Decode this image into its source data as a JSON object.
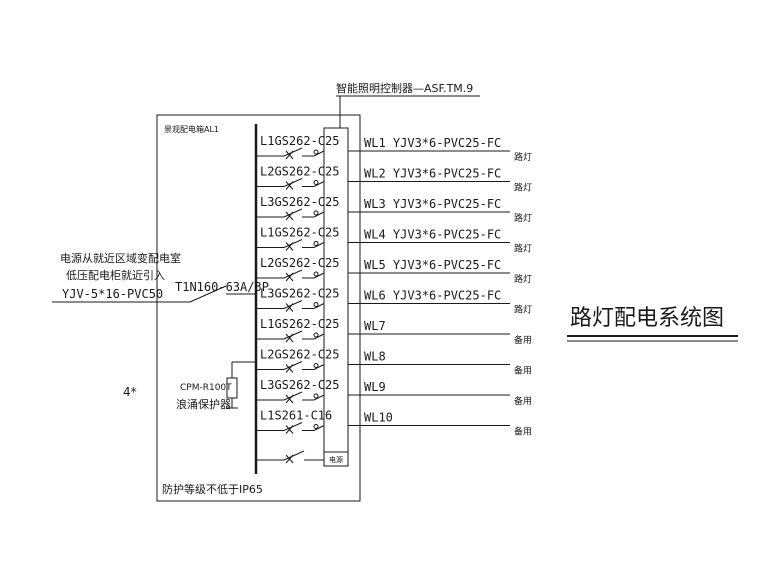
{
  "controller_label": "智能照明控制器—ASF.TM.9",
  "panel_label": "景观配电箱AL1",
  "incoming": {
    "line1": "电源从就近区域变配电室",
    "line2": "低压配电柜就近引入",
    "cable": "YJV-5*16-PVC50",
    "main_breaker": "T1N160-63A/3P"
  },
  "count_label": "4*",
  "surge": {
    "model": "CPM-R100T",
    "name": "浪涌保护器"
  },
  "protection_label": "防护等级不低于IP65",
  "power_label": "电源",
  "title": "路灯配电系统图",
  "circuits": [
    {
      "breaker": "L1GS262-C25",
      "circuit": "WL1 YJV3*6-PVC25-FC",
      "load": "路灯"
    },
    {
      "breaker": "L2GS262-C25",
      "circuit": "WL2 YJV3*6-PVC25-FC",
      "load": "路灯"
    },
    {
      "breaker": "L3GS262-C25",
      "circuit": "WL3 YJV3*6-PVC25-FC",
      "load": "路灯"
    },
    {
      "breaker": "L1GS262-C25",
      "circuit": "WL4 YJV3*6-PVC25-FC",
      "load": "路灯"
    },
    {
      "breaker": "L2GS262-C25",
      "circuit": "WL5 YJV3*6-PVC25-FC",
      "load": "路灯"
    },
    {
      "breaker": "L3GS262-C25",
      "circuit": "WL6 YJV3*6-PVC25-FC",
      "load": "路灯"
    },
    {
      "breaker": "L1GS262-C25",
      "circuit": "WL7",
      "load": "备用"
    },
    {
      "breaker": "L2GS262-C25",
      "circuit": "WL8",
      "load": "备用"
    },
    {
      "breaker": "L3GS262-C25",
      "circuit": "WL9",
      "load": "备用"
    },
    {
      "breaker": "L1S261-C16",
      "circuit": "WL10",
      "load": "备用"
    }
  ]
}
